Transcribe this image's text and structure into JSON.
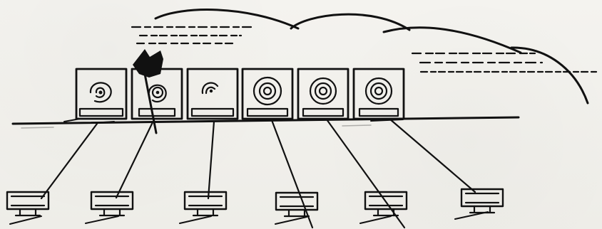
{
  "scene": {
    "type": "hand-drawn illustration",
    "theme": "shooting gallery targets and lane markers",
    "ink_color": "#111111",
    "paper_color": "#f1f0ec"
  },
  "targets": [
    {
      "id": 1,
      "name": "target-1",
      "ring_style": "partial-rings"
    },
    {
      "id": 2,
      "name": "target-2",
      "ring_style": "partial-rings"
    },
    {
      "id": 3,
      "name": "target-3",
      "ring_style": "partial-rings"
    },
    {
      "id": 4,
      "name": "target-4",
      "ring_style": "concentric-rings"
    },
    {
      "id": 5,
      "name": "target-5",
      "ring_style": "concentric-rings"
    },
    {
      "id": 6,
      "name": "target-6",
      "ring_style": "concentric-rings"
    }
  ],
  "lane_markers": [
    {
      "id": 1,
      "name": "lane-marker-1"
    },
    {
      "id": 2,
      "name": "lane-marker-2"
    },
    {
      "id": 3,
      "name": "lane-marker-3"
    },
    {
      "id": 4,
      "name": "lane-marker-4"
    },
    {
      "id": 5,
      "name": "lane-marker-5"
    },
    {
      "id": 6,
      "name": "lane-marker-6"
    }
  ]
}
